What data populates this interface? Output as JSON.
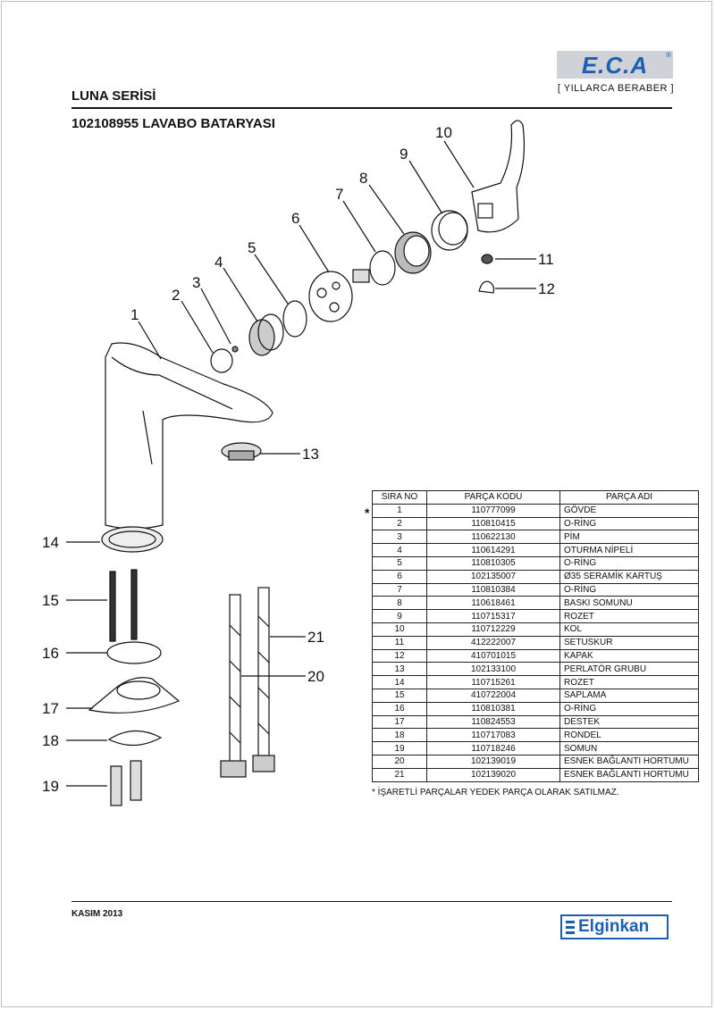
{
  "header": {
    "brand": "E.C.A",
    "registered_mark": "®",
    "slogan": "[ YILLARCA BERABER ]",
    "series": "LUNA SERİSİ",
    "product": "102108955 LAVABO BATARYASI"
  },
  "callouts": [
    "1",
    "2",
    "3",
    "4",
    "5",
    "6",
    "7",
    "8",
    "9",
    "10",
    "11",
    "12",
    "13",
    "14",
    "15",
    "16",
    "17",
    "18",
    "19",
    "20",
    "21"
  ],
  "table": {
    "headers": [
      "SIRA NO",
      "PARÇA KODU",
      "PARÇA ADI"
    ],
    "rows": [
      [
        "1",
        "110777099",
        "GÖVDE"
      ],
      [
        "2",
        "110810415",
        "O-RİNG"
      ],
      [
        "3",
        "110622130",
        "PİM"
      ],
      [
        "4",
        "110614291",
        "OTURMA NİPELİ"
      ],
      [
        "5",
        "110810305",
        "O-RİNG"
      ],
      [
        "6",
        "102135007",
        "Ø35 SERAMİK KARTUŞ"
      ],
      [
        "7",
        "110810384",
        "O-RİNG"
      ],
      [
        "8",
        "110618461",
        "BASKI SOMUNU"
      ],
      [
        "9",
        "110715317",
        "ROZET"
      ],
      [
        "10",
        "110712229",
        "KOL"
      ],
      [
        "11",
        "412222007",
        "SETUSKUR"
      ],
      [
        "12",
        "410701015",
        "KAPAK"
      ],
      [
        "13",
        "102133100",
        "PERLATÖR GRUBU"
      ],
      [
        "14",
        "110715261",
        "ROZET"
      ],
      [
        "15",
        "410722004",
        "SAPLAMA"
      ],
      [
        "16",
        "110810381",
        "O-RİNG"
      ],
      [
        "17",
        "110824553",
        "DESTEK"
      ],
      [
        "18",
        "110717083",
        "RONDEL"
      ],
      [
        "19",
        "110718246",
        "SOMUN"
      ],
      [
        "20",
        "102139019",
        "ESNEK BAĞLANTI HORTUMU"
      ],
      [
        "21",
        "102139020",
        "ESNEK BAĞLANTI HORTUMU"
      ]
    ]
  },
  "star_mark": "*",
  "footnote": "* İŞARETLİ PARÇALAR YEDEK PARÇA OLARAK SATILMAZ.",
  "footer": {
    "date": "KASIM 2013",
    "distributor": "Elginkan"
  }
}
